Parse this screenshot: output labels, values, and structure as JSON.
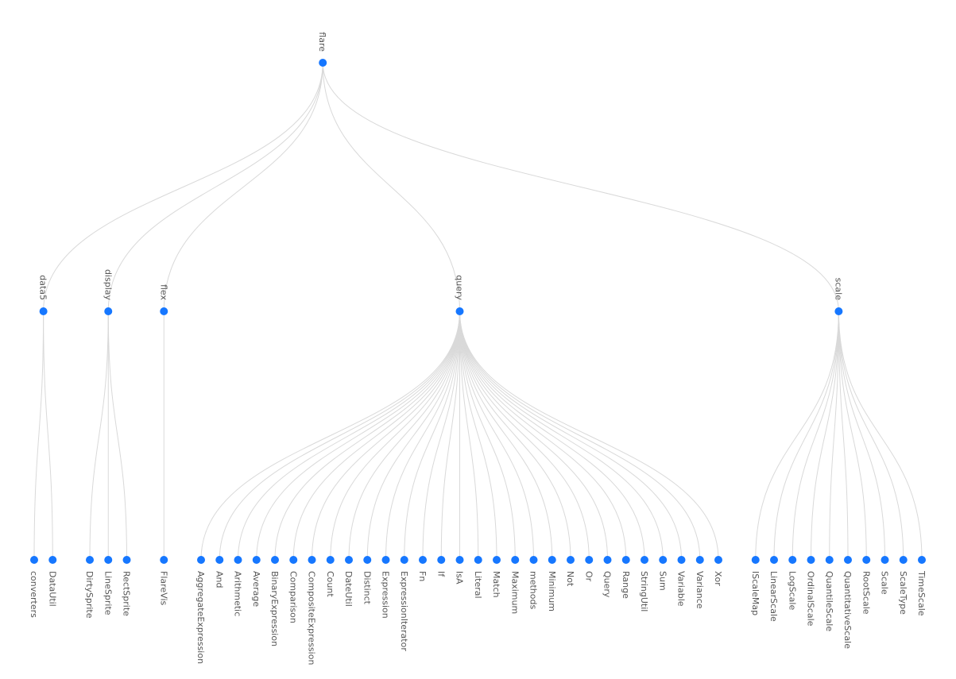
{
  "tree": {
    "name": "flare",
    "children": [
      {
        "name": "data5",
        "children": [
          {
            "name": "converters"
          },
          {
            "name": "DataUtil"
          }
        ]
      },
      {
        "name": "display",
        "children": [
          {
            "name": "DirtySprite"
          },
          {
            "name": "LineSprite"
          },
          {
            "name": "RectSprite"
          }
        ]
      },
      {
        "name": "flex",
        "children": [
          {
            "name": "FlareVis"
          }
        ]
      },
      {
        "name": "query",
        "children": [
          {
            "name": "AggregateExpression"
          },
          {
            "name": "And"
          },
          {
            "name": "Arithmetic"
          },
          {
            "name": "Average"
          },
          {
            "name": "BinaryExpression"
          },
          {
            "name": "Comparison"
          },
          {
            "name": "CompositeExpression"
          },
          {
            "name": "Count"
          },
          {
            "name": "DateUtil"
          },
          {
            "name": "Distinct"
          },
          {
            "name": "Expression"
          },
          {
            "name": "ExpressionIterator"
          },
          {
            "name": "Fn"
          },
          {
            "name": "If"
          },
          {
            "name": "IsA"
          },
          {
            "name": "Literal"
          },
          {
            "name": "Match"
          },
          {
            "name": "Maximum"
          },
          {
            "name": "methods"
          },
          {
            "name": "Minimum"
          },
          {
            "name": "Not"
          },
          {
            "name": "Or"
          },
          {
            "name": "Query"
          },
          {
            "name": "Range"
          },
          {
            "name": "StringUtil"
          },
          {
            "name": "Sum"
          },
          {
            "name": "Variable"
          },
          {
            "name": "Variance"
          },
          {
            "name": "Xor"
          }
        ]
      },
      {
        "name": "scale",
        "children": [
          {
            "name": "IScaleMap"
          },
          {
            "name": "LinearScale"
          },
          {
            "name": "LogScale"
          },
          {
            "name": "OrdinalScale"
          },
          {
            "name": "QuantileScale"
          },
          {
            "name": "QuantitativeScale"
          },
          {
            "name": "RootScale"
          },
          {
            "name": "Scale"
          },
          {
            "name": "ScaleType"
          },
          {
            "name": "TimeScale"
          }
        ]
      }
    ]
  },
  "colors": {
    "node": "#1677ff",
    "edge": "#d9d9d9",
    "label": "#555555"
  }
}
